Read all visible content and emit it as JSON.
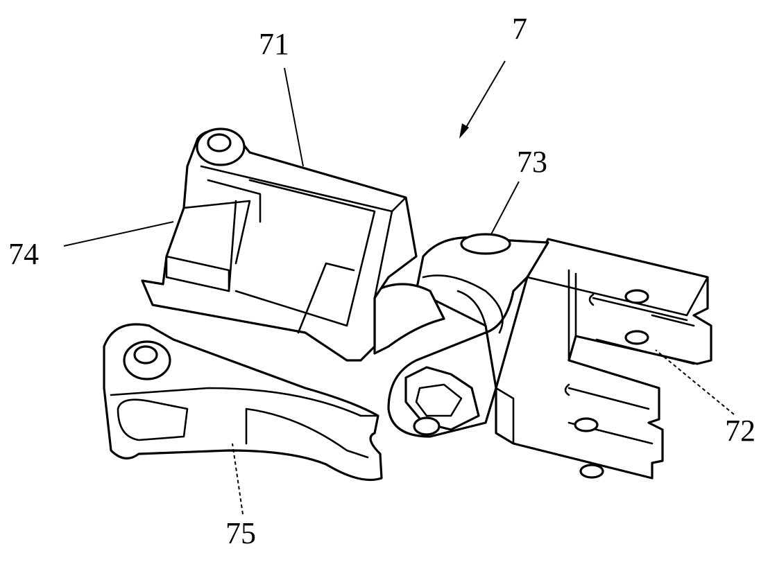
{
  "figure": {
    "labels": {
      "assembly": "7",
      "upper_bracket": "71",
      "clevis_bracket": "72",
      "pivot_pin": "73",
      "block": "74",
      "lower_arm": "75"
    }
  }
}
